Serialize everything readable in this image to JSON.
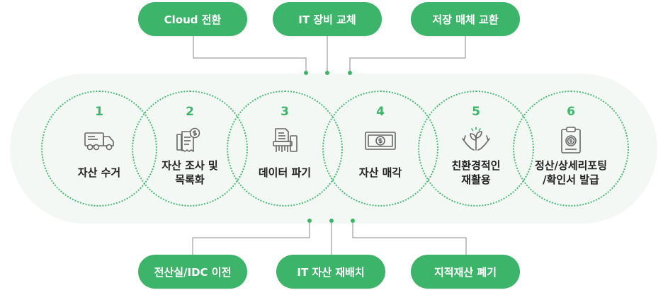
{
  "colors": {
    "accent": "#3cb46a",
    "band": "#f4f8f5",
    "connector": "#888888",
    "text": "#222222"
  },
  "top_pills": [
    {
      "label": "Cloud 전환"
    },
    {
      "label": "IT 장비 교체"
    },
    {
      "label": "저장 매체 교환"
    }
  ],
  "bottom_pills": [
    {
      "label": "전산실/IDC 이전"
    },
    {
      "label": "IT 자산 재배치"
    },
    {
      "label": "지적재산 폐기"
    }
  ],
  "steps": [
    {
      "number": "1",
      "label": "자산 수거",
      "icon": "truck-icon"
    },
    {
      "number": "2",
      "label": "자산 조사 및\n목록화",
      "icon": "invoice-icon"
    },
    {
      "number": "3",
      "label": "데이터 파기",
      "icon": "shredder-icon"
    },
    {
      "number": "4",
      "label": "자산 매각",
      "icon": "money-icon"
    },
    {
      "number": "5",
      "label": "친환경적인\n재활용",
      "icon": "eco-hands-icon"
    },
    {
      "number": "6",
      "label": "정산/상세리포팅\n/확인서 발급",
      "icon": "report-icon"
    }
  ]
}
